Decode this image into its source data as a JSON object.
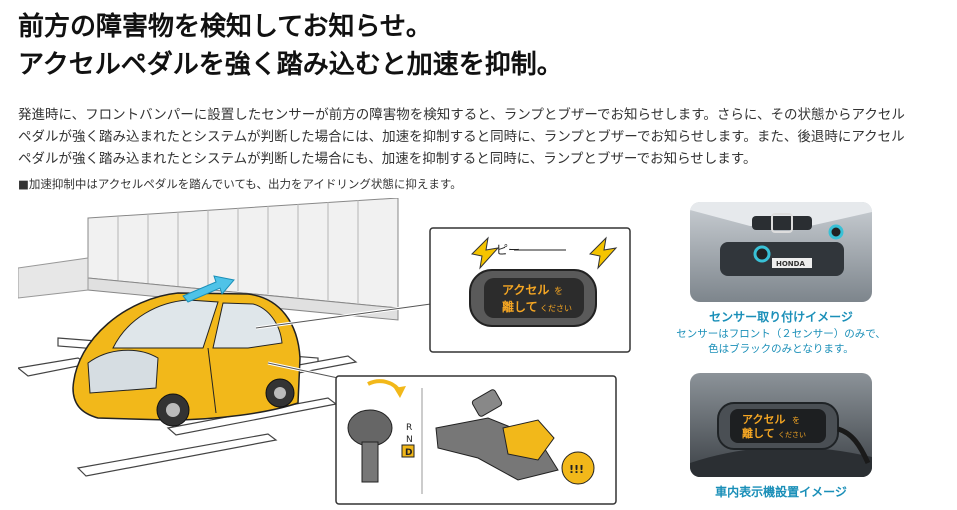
{
  "heading": {
    "line1": "前方の障害物を検知してお知らせ。",
    "line2": "アクセルペダルを強く踏み込むと加速を抑制。"
  },
  "body": {
    "line1": "発進時に、フロントバンパーに設置したセンサーが前方の障害物を検知すると、ランプとブザーでお知らせします。さらに、その状態からアクセル",
    "line2": "ペダルが強く踏み込まれたとシステムが判断した場合には、加速を抑制すると同時に、ランプとブザーでお知らせします。また、後退時にアクセル",
    "line3": "ペダルが強く踏み込まれたとシステムが判断した場合にも、加速を抑制すると同時に、ランプとブザーでお知らせします。"
  },
  "note": "■加速抑制中はアクセルペダルを踏んでいても、出力をアイドリング状態に抑えます。",
  "illustration": {
    "beep": "ピー",
    "display_line1": "アクセル",
    "display_particle": "を",
    "display_line2": "離して",
    "display_suffix": "ください",
    "gear_labels": [
      "R",
      "N",
      "D"
    ],
    "exclaim": "!!!"
  },
  "sensor_photo": {
    "brand": "HONDA",
    "caption": "センサー取り付けイメージ",
    "sub1": "センサーはフロント（２センサー）のみで、",
    "sub2": "色はブラックのみとなります。"
  },
  "display_photo": {
    "caption": "車内表示機設置イメージ"
  },
  "colors": {
    "car_yellow": "#f2b81a",
    "accent_blue": "#1a8fb8",
    "display_orange": "#f5a623",
    "panel_border": "#333333"
  }
}
